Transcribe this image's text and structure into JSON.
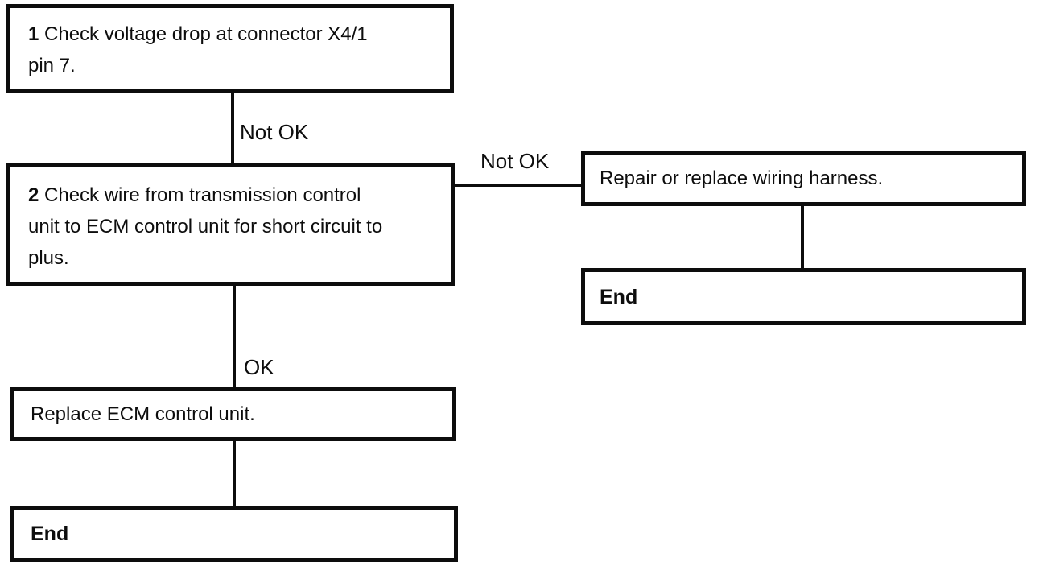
{
  "diagram": {
    "type": "flowchart",
    "background": "#ffffff",
    "line_color": "#0d0d0d",
    "nodes": [
      {
        "id": "step-1",
        "prefix": "1",
        "text": "Check voltage drop at connector X4/1 pin 7."
      },
      {
        "id": "step-2",
        "prefix": "2",
        "text": "Check wire from transmission control unit to ECM control unit for short circuit to plus."
      },
      {
        "id": "repair-harness",
        "prefix": "",
        "text": "Repair or replace wiring harness."
      },
      {
        "id": "end-right",
        "prefix": "",
        "text": "End"
      },
      {
        "id": "replace-ecm",
        "prefix": "",
        "text": "Replace ECM control unit."
      },
      {
        "id": "end-left",
        "prefix": "",
        "text": "End"
      }
    ],
    "edges": [
      {
        "from": "step-1",
        "to": "step-2",
        "label": "Not OK"
      },
      {
        "from": "step-2",
        "to": "repair-harness",
        "label": "Not OK"
      },
      {
        "from": "repair-harness",
        "to": "end-right",
        "label": ""
      },
      {
        "from": "step-2",
        "to": "replace-ecm",
        "label": "OK"
      },
      {
        "from": "replace-ecm",
        "to": "end-left",
        "label": ""
      }
    ]
  }
}
